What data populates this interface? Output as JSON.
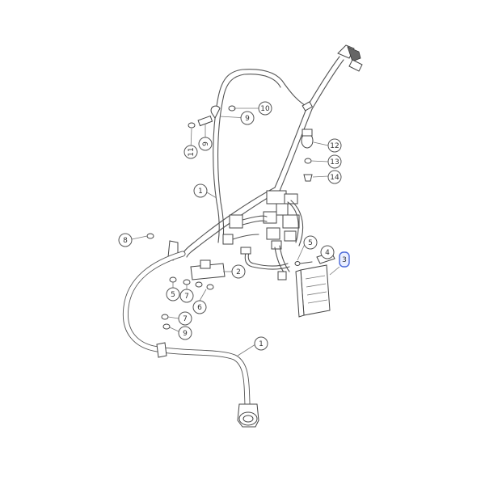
{
  "accent_color": "#4a68d8",
  "callouts": [
    {
      "id": "c10",
      "label": "10"
    },
    {
      "id": "c9a",
      "label": "9"
    },
    {
      "id": "c11",
      "label": "11"
    },
    {
      "id": "c9b",
      "label": "9"
    },
    {
      "id": "c12",
      "label": "12"
    },
    {
      "id": "c13",
      "label": "13"
    },
    {
      "id": "c14",
      "label": "14"
    },
    {
      "id": "c1a",
      "label": "1"
    },
    {
      "id": "c8",
      "label": "8"
    },
    {
      "id": "c2",
      "label": "2"
    },
    {
      "id": "c5a",
      "label": "5"
    },
    {
      "id": "c4",
      "label": "4"
    },
    {
      "id": "c3",
      "label": "3"
    },
    {
      "id": "c5b",
      "label": "5"
    },
    {
      "id": "c7a",
      "label": "7"
    },
    {
      "id": "c6",
      "label": "6"
    },
    {
      "id": "c7b",
      "label": "7"
    },
    {
      "id": "c9c",
      "label": "9"
    },
    {
      "id": "c1b",
      "label": "1"
    }
  ]
}
